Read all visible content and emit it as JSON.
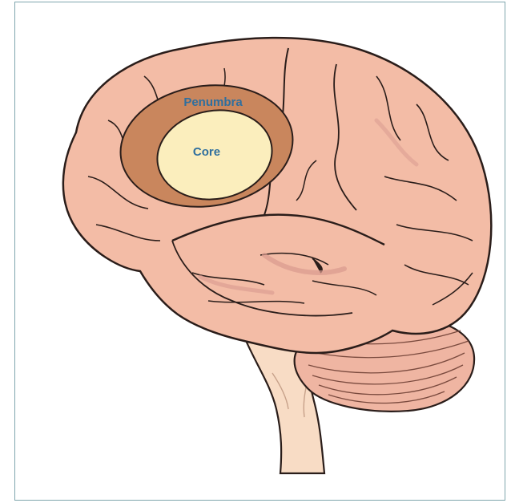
{
  "diagram": {
    "labels": {
      "penumbra": "Penumbra",
      "core": "Core"
    },
    "colors": {
      "frame_border": "#7fa6ad",
      "brain_fill": "#f3bca6",
      "brain_outline": "#2a1d1a",
      "sulcus_shadow": "#d99a8f",
      "cerebellum_fill": "#efb5a2",
      "brainstem_fill": "#f8dcc5",
      "penumbra_fill": "#c9865d",
      "core_fill": "#fbeebd",
      "label_text": "#2f6f9e"
    },
    "icons": [
      "brain-illustration"
    ]
  }
}
